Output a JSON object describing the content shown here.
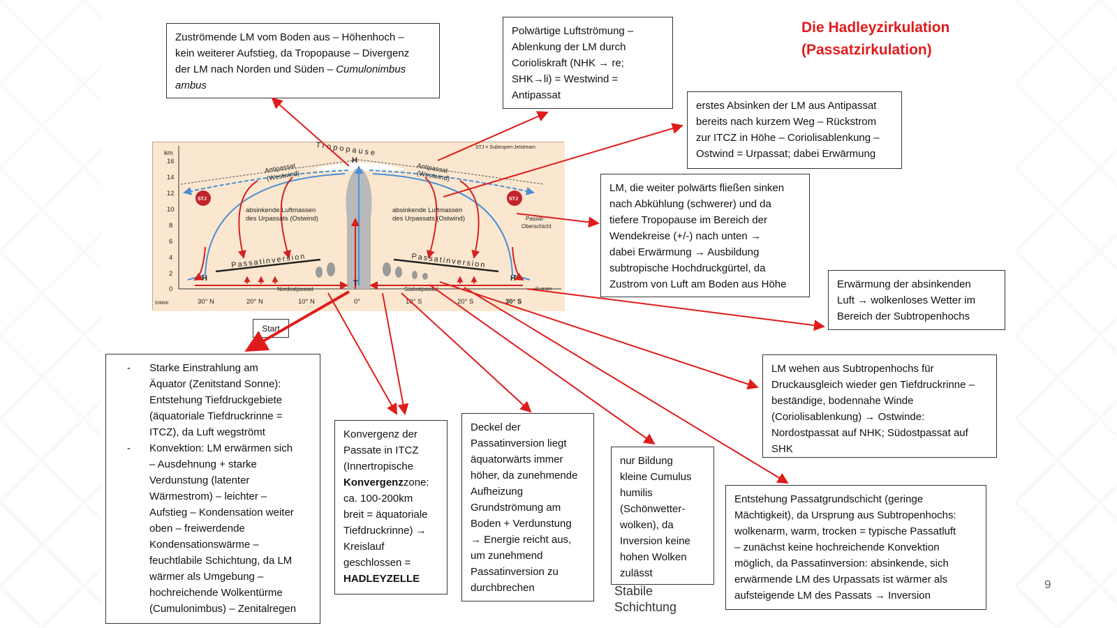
{
  "title": {
    "line1": "Die Hadleyzirkulation",
    "line2": "(Passatzirkulation)"
  },
  "page_number": "9",
  "start_label": "Start",
  "stabile_label": {
    "line1": "Stabile",
    "line2": "Schichtung"
  },
  "boxes": {
    "top_center": {
      "line1": "Zuströmende LM vom Boden aus – Höhenhoch –",
      "line2": "kein weiterer Aufstieg, da Tropopause – Divergenz",
      "line3": "der LM nach Norden und Süden – ",
      "line3_italic": "Cumulonimbus",
      "line4_italic": "ambus"
    },
    "polwaerts": {
      "line1": "Polwärtige Luftströmung –",
      "line2": "Ablenkung der LM durch",
      "line3": "Corioliskraft (NHK → re;",
      "line4": "SHK→li) = Westwind =",
      "line5": "Antipassat"
    },
    "erstes": {
      "line1": "erstes Absinken der LM aus Antipassat",
      "line2": "bereits nach kurzem Weg – Rückstrom",
      "line3": "zur ITCZ in Höhe – Coriolisablenkung –",
      "line4": "Ostwind = Urpassat; dabei Erwärmung"
    },
    "polwaerts_sinken": {
      "line1": "LM, die weiter polwärts fließen sinken",
      "line2": "nach Abkühlung (schwerer) und da",
      "line3": "tiefere Tropopause im Bereich der",
      "line4": "Wendekreise (+/-) nach unten →",
      "line5": "dabei Erwärmung → Ausbildung",
      "line6": "subtropische Hochdruckgürtel, da",
      "line7": "Zustrom von Luft am Boden aus Höhe"
    },
    "erwaermung": {
      "line1": "Erwärmung der absinkenden",
      "line2": "Luft → wolkenloses Wetter im",
      "line3": "Bereich der Subtropenhochs"
    },
    "lm_wehen": {
      "line1": "LM wehen aus Subtropenhochs für",
      "line2": "Druckausgleich wieder gen Tiefdruckrinne –",
      "line3": "beständige, bodennahe Winde",
      "line4": "(Coriolisablenkung) → Ostwinde:",
      "line5": "Nordostpassat auf NHK; Südostpassat auf",
      "line6": "SHK"
    },
    "starke": {
      "item1": [
        "Starke Einstrahlung am",
        "Äquator (Zenitstand Sonne):",
        "Entstehung Tiefdruckgebiete",
        "(äquatoriale Tiefdruckrinne =",
        "ITCZ), da Luft wegströmt"
      ],
      "item2": [
        "Konvektion: LM erwärmen sich",
        "– Ausdehnung + starke",
        "Verdunstung (latenter",
        "Wärmestrom) – leichter –",
        "Aufstieg – Kondensation weiter",
        "oben – freiwerdende",
        "Kondensationswärme –",
        "feuchtlabile Schichtung, da LM",
        "wärmer als Umgebung –",
        "hochreichende Wolkentürme",
        "(Cumulonimbus) – Zenitalregen"
      ]
    },
    "konvergenz": {
      "line1": "Konvergenz der",
      "line2": "Passate in ITCZ",
      "line3": "(Innertropische",
      "line4_bold": "Konvergenz",
      "line4_rest": "zone:",
      "line5": "ca. 100-200km",
      "line6": "breit = äquatoriale",
      "line7": "Tiefdruckrinne) →",
      "line8": "Kreislauf",
      "line9": "geschlossen =",
      "line10_bold": "HADLEYZELLE"
    },
    "deckel": {
      "line1": "Deckel der",
      "line2": "Passatinversion liegt",
      "line3": "äquatorwärts immer",
      "line4": "höher, da zunehmende",
      "line5": "Aufheizung",
      "line6": "Grundströmung am",
      "line7": "Boden + Verdunstung",
      "line8": "→ Energie reicht aus,",
      "line9": "um zunehmend",
      "line10": "Passatinversion zu",
      "line11": "durchbrechen"
    },
    "cumulus": {
      "line1": "nur Bildung",
      "line2": "kleine Cumulus",
      "line3": "humilis",
      "line4": "(Schönwetter-",
      "line5": "wolken), da",
      "line6": "Inversion keine",
      "line7": "hohen Wolken",
      "line8": "zulässt"
    },
    "entstehung": {
      "line1": "Entstehung Passatgrundschicht (geringe",
      "line2": "Mächtigkeit), da Ursprung aus Subtropenhochs:",
      "line3": "wolkenarm, warm, trocken = typische Passatluft",
      "line4": "– zunächst keine hochreichende Konvektion",
      "line5": "möglich, da Passatinversion: absinkende, sich",
      "line6": "erwärmende LM des Urpassats ist wärmer als",
      "line7": "aufsteigende LM des Passats → Inversion"
    }
  },
  "diagram": {
    "km_label": "km",
    "y_ticks": [
      "16",
      "14",
      "12",
      "10",
      "8",
      "6",
      "4",
      "2",
      "0"
    ],
    "x_ticks": [
      "30° N",
      "20° N",
      "10° N",
      "0°",
      "10° S",
      "20° S",
      "30° S"
    ],
    "tropopause": "Tropopause",
    "stj_legend": "STJ = Subtropen-Jetstream",
    "antipassat_left": "Antipassat",
    "westwind_left": "(Westwind)",
    "antipassat_right": "Antipassat",
    "westwind_right": "(Westwind)",
    "stj": "STJ",
    "sinking_left1": "absinkende Luftmassen",
    "sinking_left2": "des Urpassats (Ostwind)",
    "sinking_right1": "absinkende Luftmassen",
    "sinking_right2": "des Urpassats (Ostwind)",
    "passat_oberschicht1": "Passat-",
    "passat_oberschicht2": "Oberschicht",
    "passatinversion_left": "Passatinversion",
    "passatinversion_right": "Passatinversion",
    "nordostpassat": "Nordostpassat",
    "suedostpassat": "Südostpassat",
    "H": "H",
    "T": "T",
    "code": "506BIK",
    "copyright": "© oram"
  },
  "colors": {
    "title": "#e01b1b",
    "arrow": "#e01b1b",
    "diagram_bg": "#fbe7cf",
    "blue_flow": "#4a8fd4"
  }
}
